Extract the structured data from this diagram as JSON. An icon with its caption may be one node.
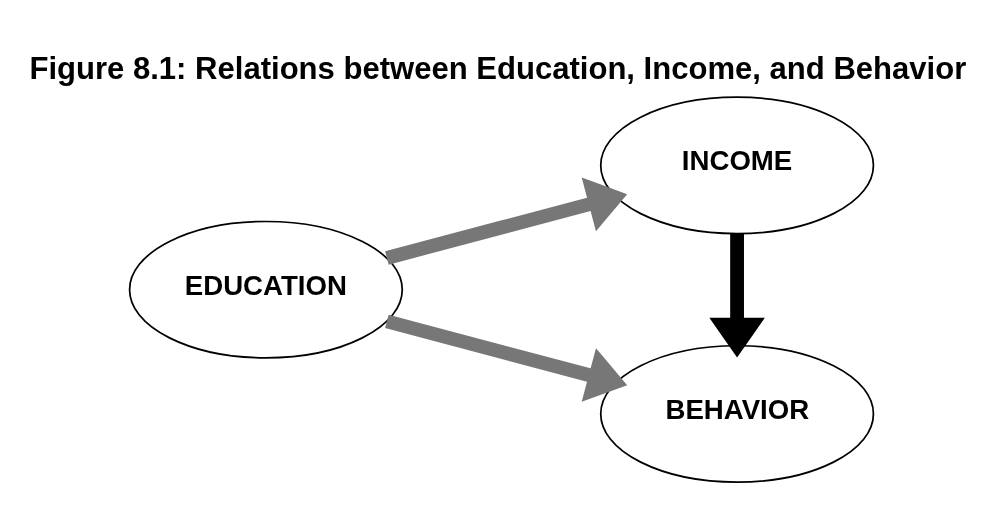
{
  "diagram": {
    "title": "Figure 8.1: Relations between Education, Income, and Behavior",
    "nodes": [
      {
        "text": [
          "EDUCATION"
        ]
      },
      {
        "text": [
          "INCOME"
        ]
      },
      {
        "text": [
          "BEHAVIOR"
        ]
      }
    ],
    "edges": [
      {
        "from": 0,
        "to": 1,
        "arrow": "to"
      },
      {
        "from": 0,
        "to": 2,
        "arrow": "to"
      },
      {
        "from": 1,
        "to": 2,
        "arrow": "to",
        "color": "#000000"
      }
    ]
  }
}
